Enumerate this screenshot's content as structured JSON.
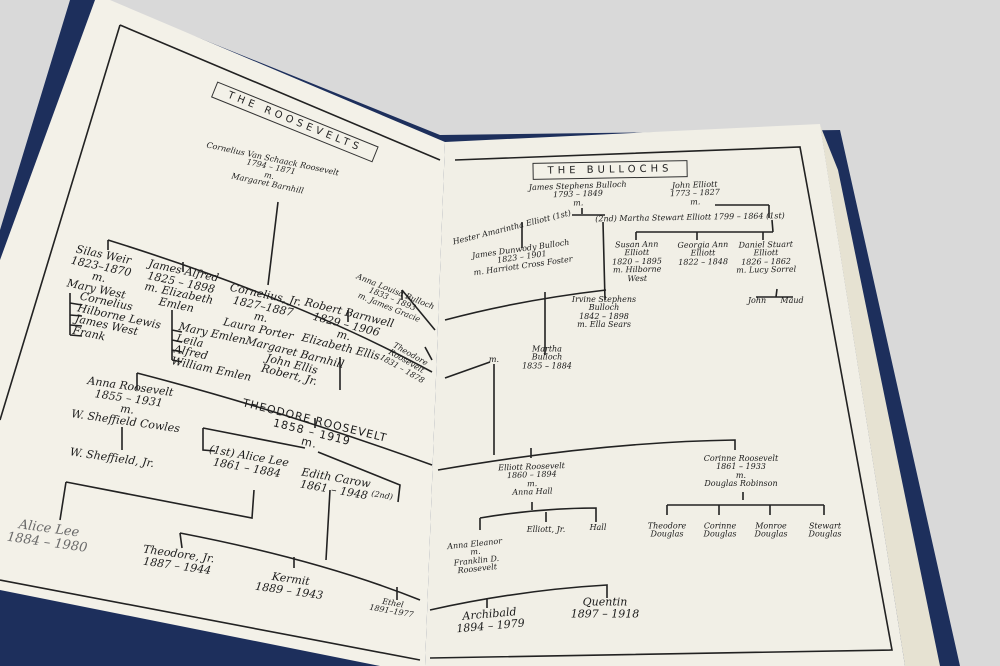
{
  "colors": {
    "background": "#d9d9d9",
    "cover": "#1d2f5c",
    "page": "#f3f1e8",
    "ink": "#1b1b1b"
  },
  "left_page": {
    "title": "THE ROOSEVELTS",
    "nodes": [
      "Cornelius Van Schaack Roosevelt\n1794 – 1871\nm.\nMargaret Barnhill",
      "Silas Weir\n1823–1870\nm.\nMary West",
      "Cornelius\nHilborne Lewis\nJames West\nFrank",
      "James Alfred\n1825 – 1898\nm. Elizabeth\nEmlen",
      "Mary Emlen\nLeila\nAlfred\nWilliam Emlen",
      "Cornelius, Jr.\n1827–1887\nm.\nLaura Porter",
      "Robert Barnwell\n1829 – 1906\nm.\nElizabeth Ellis",
      "Margaret Barnhill\nJohn Ellis\nRobert, Jr.",
      "Anna Louisa Bulloch\n1833 – 1893\nm. James Gracie",
      "Theodore\nRoosevelt\n1831 – 1878",
      "Anna Roosevelt\n1855 – 1931\nm.\nW. Sheffield Cowles",
      "W. Sheffield, Jr.",
      "THEODORE ROOSEVELT\n1858 – 1919\nm.",
      "(1st) Alice Lee\n1861 – 1884",
      "Edith Carow\n1861 – 1948",
      "(2nd)",
      "Alice Lee\n1884 – 1980",
      "Theodore, Jr.\n1887 – 1944",
      "Kermit\n1889 – 1943",
      "Ethel\n1891–1977"
    ]
  },
  "right_page": {
    "title": "THE BULLOCHS",
    "nodes": [
      "James Stephens Bulloch\n1793 – 1849\nm.",
      "John Elliott\n1773 – 1827\nm.",
      "Hester Amarintha Elliott (1st)",
      "(2nd) Martha Stewart Elliott 1799 – 1864 (1st)",
      "James Dunwody Bulloch\n1823 – 1901\nm. Harriott Cross Foster",
      "Susan Ann\nElliott\n1820 – 1895\nm. Hilborne\nWest",
      "Georgia Ann\nElliott\n1822 – 1848",
      "Daniel Stuart\nElliott\n1826 – 1862\nm. Lucy Sorrel",
      "John",
      "Maud",
      "Irvine Stephens\nBulloch\n1842 – 1898\nm. Ella Sears",
      "m.",
      "Martha\nBulloch\n1835 – 1884",
      "Elliott Roosevelt\n1860 – 1894\nm.\nAnna Hall",
      "Corinne Roosevelt\n1861 – 1933\nm.\nDouglas Robinson",
      "Anna Eleanor\nm.\nFranklin D.\nRoosevelt",
      "Elliott, Jr.",
      "Hall",
      "Theodore\nDouglas",
      "Corinne\nDouglas",
      "Monroe\nDouglas",
      "Stewart\nDouglas",
      "Archibald\n1894 – 1979",
      "Quentin\n1897 – 1918"
    ]
  }
}
